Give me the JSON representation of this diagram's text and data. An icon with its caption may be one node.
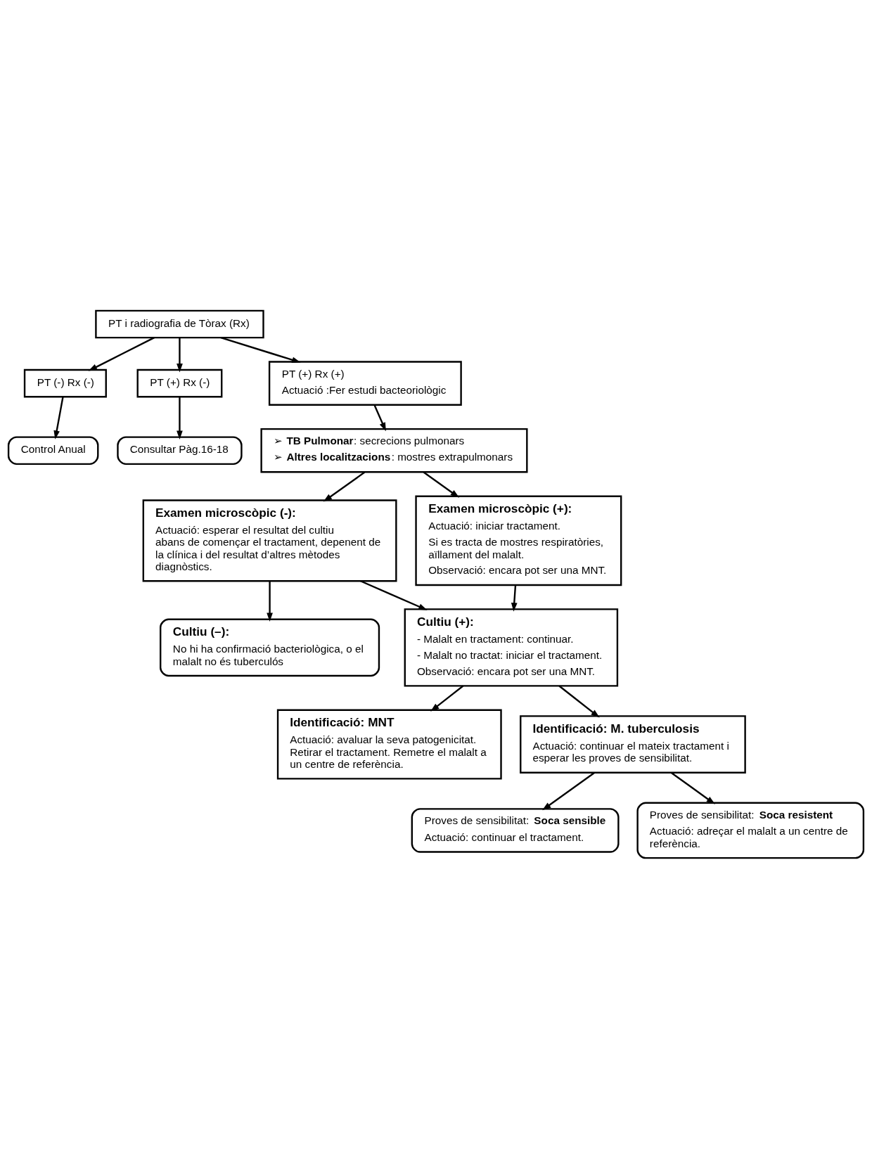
{
  "diagram": {
    "nodes": [
      {
        "text": [
          "PT i radiografia de Tòrax (Rx)"
        ]
      },
      {
        "text": [
          "PT (-) Rx (-)"
        ]
      },
      {
        "text": [
          "PT (+) Rx (-)"
        ]
      },
      {
        "text": [
          "PT (+) Rx (+)",
          "Actuació :Fer estudi bacteoriològic"
        ]
      },
      {
        "text": [
          "Control Anual"
        ]
      },
      {
        "text": [
          "Consultar Pàg.16-18"
        ]
      },
      {
        "text": [
          "➢ **TB Pulmonar**: secrecions pulmonars",
          "➢ **Altres localitzacions**: mostres extrapulmonars"
        ]
      },
      {
        "text": [
          "Examen microscòpic (-):",
          "Actuació: esperar el resultat del cultiu abans de començar el tractament, depenent de la clínica i del resultat d’altres mètodes diagnòstics."
        ]
      },
      {
        "text": [
          "Examen microscòpic (+):",
          "Actuació: iniciar tractament.",
          "Si es tracta de mostres respiratòries, aïllament del malalt.",
          "Observació: encara pot ser una MNT."
        ]
      },
      {
        "text": [
          "Cultiu (–):",
          "No hi ha confirmació bacteriològica, o el malalt no és tuberculós"
        ]
      },
      {
        "text": [
          "Cultiu (+):",
          "- Malalt en tractament: continuar.",
          "- Malalt no tractat: iniciar el tractament.",
          "Observació: encara pot ser una MNT."
        ]
      },
      {
        "text": [
          "Identificació: MNT",
          "Actuació: avaluar la seva patogenicitat. Retirar el tractament. Remetre el malalt a un centre de referència."
        ]
      },
      {
        "text": [
          "Identificació: M. tuberculosis",
          "Actuació: continuar el mateix tractament i esperar les proves de sensibilitat."
        ]
      },
      {
        "text": [
          "Proves de sensibilitat: **Soca sensible**",
          "Actuació: continuar el tractament."
        ]
      },
      {
        "text": [
          "Proves de sensibilitat: **Soca resistent**",
          "Actuació: adreçar el malalt a un centre de referència."
        ]
      }
    ],
    "edges": [
      {
        "from": 0,
        "to": 1,
        "arrow": "to"
      },
      {
        "from": 0,
        "to": 2,
        "arrow": "to"
      },
      {
        "from": 0,
        "to": 3,
        "arrow": "to"
      },
      {
        "from": 1,
        "to": 4,
        "arrow": "to"
      },
      {
        "from": 2,
        "to": 5,
        "arrow": "to"
      },
      {
        "from": 3,
        "to": 6,
        "arrow": "to"
      },
      {
        "from": 6,
        "to": 7,
        "arrow": "to"
      },
      {
        "from": 6,
        "to": 8,
        "arrow": "to"
      },
      {
        "from": 7,
        "to": 9,
        "arrow": "to"
      },
      {
        "from": 7,
        "to": 10,
        "arrow": "to"
      },
      {
        "from": 8,
        "to": 10,
        "arrow": "to"
      },
      {
        "from": 10,
        "to": 11,
        "arrow": "to"
      },
      {
        "from": 10,
        "to": 12,
        "arrow": "to"
      },
      {
        "from": 12,
        "to": 13,
        "arrow": "to"
      },
      {
        "from": 12,
        "to": 14,
        "arrow": "to"
      }
    ]
  }
}
